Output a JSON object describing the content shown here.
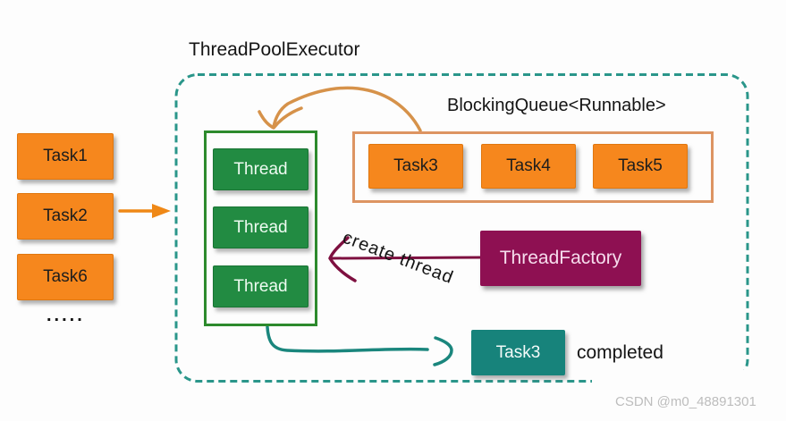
{
  "title": "ThreadPoolExecutor",
  "left_tasks": {
    "items": [
      "Task1",
      "Task2",
      "Task6"
    ],
    "ellipsis": "....."
  },
  "pool": {
    "threads": [
      "Thread",
      "Thread",
      "Thread"
    ]
  },
  "queue": {
    "label": "BlockingQueue<Runnable>",
    "items": [
      "Task3",
      "Task4",
      "Task5"
    ]
  },
  "factory": {
    "label": "ThreadFactory",
    "arrow_label": "create thread"
  },
  "completed": {
    "task": "Task3",
    "label": "completed"
  },
  "watermark": "CSDN @m0_48891301",
  "colors": {
    "task_orange": "#f6871d",
    "thread_green": "#228b42",
    "pool_border_green": "#2d8a2d",
    "queue_border_orange": "#dd9462",
    "factory_magenta": "#8e1052",
    "completed_teal": "#17837b",
    "dashed_border_teal": "#2a968a",
    "arrow_orange_bright": "#ef8816",
    "arrow_orange_tan": "#d6924a",
    "arrow_magenta": "#7e1040",
    "arrow_teal": "#1a867d"
  }
}
